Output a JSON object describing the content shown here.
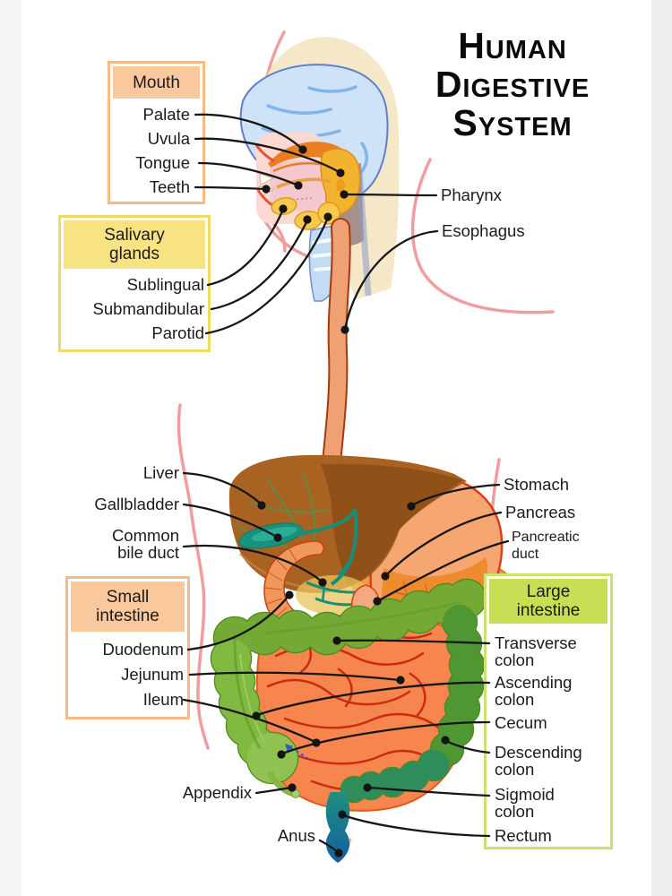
{
  "title": {
    "line1": "Human",
    "line2": "Digestive",
    "line3": "System"
  },
  "boxes": {
    "mouth": {
      "header": "Mouth",
      "items": [
        "Palate",
        "Uvula",
        "Tongue",
        "Teeth"
      ]
    },
    "salivary": {
      "header": "Salivary glands",
      "items": [
        "Sublingual",
        "Submandibular",
        "Parotid"
      ]
    },
    "small_intestine": {
      "header": "Small intestine",
      "items": [
        "Duodenum",
        "Jejunum",
        "Ileum"
      ]
    },
    "large_intestine": {
      "header": "Large intestine",
      "items": [
        "Transverse colon",
        "Ascending colon",
        "Cecum",
        "Descending colon",
        "Sigmoid colon",
        "Rectum"
      ]
    }
  },
  "labels": {
    "pharynx": "Pharynx",
    "esophagus": "Esophagus",
    "liver": "Liver",
    "gallbladder": "Gallbladder",
    "common_bile_duct": "Common bile duct",
    "stomach": "Stomach",
    "pancreas": "Pancreas",
    "pancreatic_duct": "Pancreatic duct",
    "appendix": "Appendix",
    "anus": "Anus"
  },
  "colors": {
    "peach-header": "#F9C89D",
    "peach-border": "#F5BA85",
    "yellow-header": "#F7E381",
    "yellow-border": "#EFDA66",
    "green-header": "#C9DD55",
    "green-border": "#CDE16F",
    "label-text": "#1B1B1B",
    "leader-line": "#161616",
    "title-text": "#0A0A0A",
    "body-outline-pink": "#F29D9D",
    "liver-brown": "#AA6223",
    "stomach-salmon": "#F5A671",
    "small-intestine-orange": "#F6854E",
    "large-intestine-green": "#7DB741",
    "gallbladder-teal": "#16927D",
    "esophagus-salmon": "#EFA173",
    "rectum-teal": "#1F8F7D",
    "rectum-blue": "#135FA3",
    "gland-yellow": "#F6C94A",
    "brain-blue": "#CEE3F8"
  }
}
